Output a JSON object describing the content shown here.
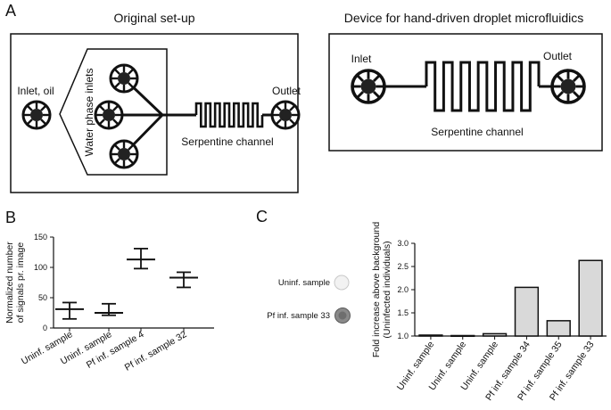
{
  "panels": {
    "a": "A",
    "b": "B",
    "c": "C"
  },
  "panel_a": {
    "left_title": "Original set-up",
    "right_title": "Device for hand-driven droplet microfluidics",
    "left": {
      "inlet_oil": "Inlet, oil",
      "water_inlets": "Water phase inlets",
      "outlet": "Outlet",
      "serpentine": "Serpentine channel"
    },
    "right": {
      "inlet": "Inlet",
      "outlet": "Outlet",
      "serpentine": "Serpentine channel"
    }
  },
  "panel_c_wells": {
    "uninf": "Uninf. sample",
    "pf": "Pf inf. sample 33"
  },
  "chart_data": [
    {
      "type": "scatter",
      "ylabel_lines": [
        "Normalized number",
        "of signals pr. image"
      ],
      "ylim": [
        0,
        150
      ],
      "yticks": [
        0,
        50,
        100,
        150
      ],
      "categories": [
        "Uninf. sample",
        "Uninf. sample",
        "Pf inf. sample 4",
        "Pf inf. sample 32"
      ],
      "mean": [
        31,
        25,
        113,
        83
      ],
      "low": [
        15,
        21,
        98,
        67
      ],
      "high": [
        42,
        40,
        131,
        92
      ]
    },
    {
      "type": "bar",
      "ylabel_lines": [
        "Fold increase above background",
        "(Uninfected individuals)"
      ],
      "ylim": [
        1.0,
        3.0
      ],
      "yticks": [
        "1.0",
        "1.5",
        "2.0",
        "2.5",
        "3.0"
      ],
      "categories": [
        "Uninf. sample",
        "Uninf. sample",
        "Uninf. sample",
        "Pf inf. sample 34",
        "Pf inf. sample 35",
        "Pf inf. sample 33"
      ],
      "values": [
        1.02,
        1.01,
        1.05,
        2.05,
        1.33,
        2.63
      ],
      "bar_color": "#d9d9d9"
    }
  ]
}
